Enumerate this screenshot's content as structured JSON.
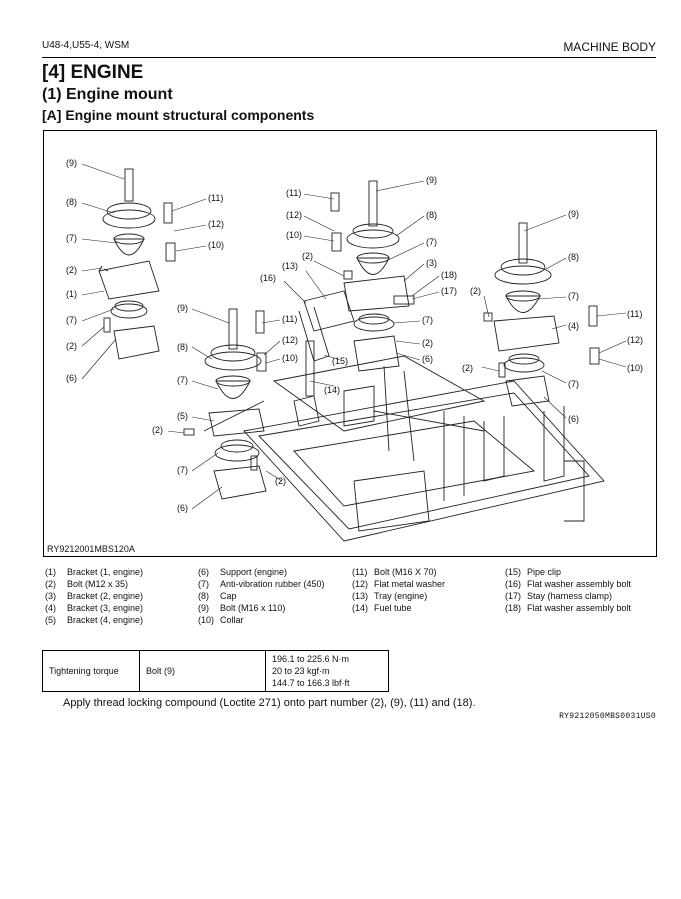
{
  "header": {
    "left": "U48-4,U55-4, WSM",
    "right": "MACHINE BODY"
  },
  "titles": {
    "h1": "[4]  ENGINE",
    "h2": "(1)  Engine mount",
    "h3": "[A]  Engine mount structural components"
  },
  "figure": {
    "id": "RY9212001MBS120A",
    "callouts": [
      "(1)",
      "(2)",
      "(3)",
      "(4)",
      "(5)",
      "(6)",
      "(7)",
      "(8)",
      "(9)",
      "(10)",
      "(11)",
      "(12)",
      "(13)",
      "(14)",
      "(15)",
      "(16)",
      "(17)",
      "(18)"
    ]
  },
  "legend": {
    "col1": [
      {
        "num": "(1)",
        "label": "Bracket (1, engine)"
      },
      {
        "num": "(2)",
        "label": "Bolt (M12 x 35)"
      },
      {
        "num": "(3)",
        "label": "Bracket (2, engine)"
      },
      {
        "num": "(4)",
        "label": "Bracket (3, engine)"
      },
      {
        "num": "(5)",
        "label": "Bracket (4, engine)"
      }
    ],
    "col2": [
      {
        "num": "(6)",
        "label": "Support (engine)"
      },
      {
        "num": "(7)",
        "label": "Anti-vibration rubber (450)"
      },
      {
        "num": "(8)",
        "label": "Cap"
      },
      {
        "num": "(9)",
        "label": "Bolt (M16 x 110)"
      },
      {
        "num": "(10)",
        "label": "Collar"
      }
    ],
    "col3": [
      {
        "num": "(11)",
        "label": "Bolt (M16 X 70)"
      },
      {
        "num": "(12)",
        "label": "Flat metal washer"
      },
      {
        "num": "(13)",
        "label": "Tray (engine)"
      },
      {
        "num": "(14)",
        "label": "Fuel tube"
      }
    ],
    "col4": [
      {
        "num": "(15)",
        "label": "Pipe clip"
      },
      {
        "num": "(16)",
        "label": "Flat washer assembly bolt"
      },
      {
        "num": "(17)",
        "label": "Stay (harness clamp)"
      },
      {
        "num": "(18)",
        "label": "Flat washer assembly bolt"
      }
    ]
  },
  "torque": {
    "label": "Tightening torque",
    "item": "Bolt (9)",
    "values": [
      "196.1 to 225.6 N·m",
      "20 to 23 kgf·m",
      "144.7 to 166.3 lbf·ft"
    ]
  },
  "note": "Apply thread locking compound (Loctite 271) onto part number (2), (9), (11) and (18).",
  "ref_code": "RY9212050MBS0031US0"
}
